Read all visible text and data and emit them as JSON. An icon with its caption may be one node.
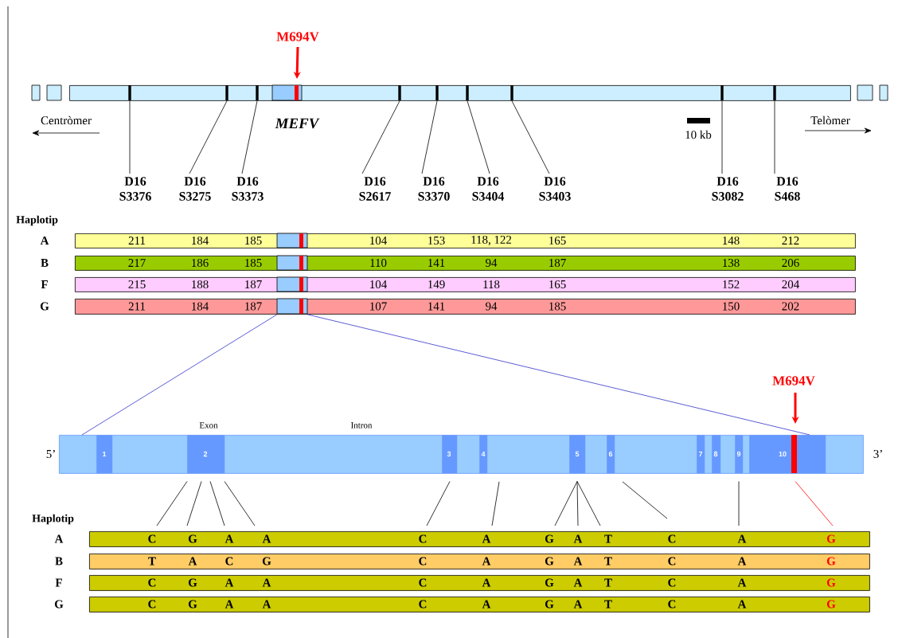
{
  "diagram": {
    "nodes": [
      {
        "text": [
          "M694V"
        ]
      },
      {
        "text": [],
        "shape": "bar"
      },
      {
        "text": [
          "D16 S3376"
        ]
      },
      {
        "text": [
          "D16 S3275"
        ]
      },
      {
        "text": [
          "D16 S3373"
        ]
      },
      {
        "text": [
          "D16 S2617"
        ]
      },
      {
        "text": [
          "D16 S3370"
        ]
      },
      {
        "text": [
          "D16 S3404"
        ]
      },
      {
        "text": [
          "D16 S3403"
        ]
      },
      {
        "text": [
          "D16 S3082"
        ]
      },
      {
        "text": [
          "D16 S468"
        ]
      },
      {
        "text": [
          "211",
          "184",
          "185",
          "104",
          "153",
          "118, 122",
          "165",
          "148",
          "212"
        ],
        "beside": [
          "A"
        ]
      },
      {
        "text": [
          "217",
          "186",
          "185",
          "110",
          "141",
          "94",
          "187",
          "138",
          "206"
        ],
        "beside": [
          "B"
        ]
      },
      {
        "text": [
          "215",
          "188",
          "187",
          "104",
          "149",
          "118",
          "165",
          "152",
          "204"
        ],
        "beside": [
          "F"
        ]
      },
      {
        "text": [
          "211",
          "184",
          "187",
          "107",
          "141",
          "94",
          "185",
          "150",
          "202"
        ],
        "beside": [
          "G"
        ]
      },
      {
        "text": [
          "M694V"
        ]
      },
      {
        "text": [],
        "shape": "bar",
        "beside": [
          "5’",
          "3’"
        ]
      },
      {
        "text": [
          "1"
        ],
        "in": 16
      },
      {
        "text": [
          "2"
        ],
        "in": 16
      },
      {
        "text": [
          "3"
        ],
        "in": 16
      },
      {
        "text": [
          "4"
        ],
        "in": 16
      },
      {
        "text": [
          "5"
        ],
        "in": 16
      },
      {
        "text": [
          "6"
        ],
        "in": 16
      },
      {
        "text": [
          "7"
        ],
        "in": 16
      },
      {
        "text": [
          "8"
        ],
        "in": 16
      },
      {
        "text": [
          "9"
        ],
        "in": 16
      },
      {
        "text": [
          "10"
        ],
        "in": 16
      },
      {
        "text": [
          "C",
          "G",
          "A",
          "A",
          "C",
          "A",
          "G",
          "A",
          "T",
          "C",
          "A",
          "G"
        ],
        "beside": [
          "A"
        ]
      },
      {
        "text": [
          "T",
          "A",
          "C",
          "G",
          "C",
          "A",
          "G",
          "A",
          "T",
          "C",
          "A",
          "G"
        ],
        "beside": [
          "B"
        ]
      },
      {
        "text": [
          "C",
          "G",
          "A",
          "A",
          "C",
          "A",
          "G",
          "A",
          "T",
          "C",
          "A",
          "G"
        ],
        "beside": [
          "F"
        ]
      },
      {
        "text": [
          "C",
          "G",
          "A",
          "A",
          "C",
          "A",
          "G",
          "A",
          "T",
          "C",
          "A",
          "G"
        ],
        "beside": [
          "G"
        ]
      }
    ],
    "edges": [
      {
        "from": 0,
        "to": 1,
        "arrow": "to",
        "style": "thick",
        "color": "#ff0000"
      },
      {
        "from": 2,
        "to": 1,
        "arrow": "none"
      },
      {
        "from": 3,
        "to": 1,
        "arrow": "none"
      },
      {
        "from": 4,
        "to": 1,
        "arrow": "none"
      },
      {
        "from": 5,
        "to": 1,
        "arrow": "none"
      },
      {
        "from": 6,
        "to": 1,
        "arrow": "none"
      },
      {
        "from": 7,
        "to": 1,
        "arrow": "none"
      },
      {
        "from": 8,
        "to": 1,
        "arrow": "none"
      },
      {
        "from": 9,
        "to": 1,
        "arrow": "none"
      },
      {
        "from": 10,
        "to": 1,
        "arrow": "none"
      },
      {
        "from": 14,
        "to": 16,
        "arrow": "none",
        "color": "#3333cc"
      },
      {
        "from": 14,
        "to": 16,
        "arrow": "none",
        "color": "#3333cc"
      },
      {
        "from": 15,
        "to": 26,
        "arrow": "to",
        "style": "thick",
        "color": "#ff0000"
      },
      {
        "from": 18,
        "to": 27,
        "arrow": "none"
      },
      {
        "from": 18,
        "to": 27,
        "arrow": "none"
      },
      {
        "from": 18,
        "to": 27,
        "arrow": "none"
      },
      {
        "from": 18,
        "to": 27,
        "arrow": "none"
      },
      {
        "from": 19,
        "to": 27,
        "arrow": "none"
      },
      {
        "from": 16,
        "to": 27,
        "arrow": "none"
      },
      {
        "from": 21,
        "to": 27,
        "arrow": "none"
      },
      {
        "from": 21,
        "to": 27,
        "arrow": "none"
      },
      {
        "from": 21,
        "to": 27,
        "arrow": "none"
      },
      {
        "from": 16,
        "to": 27,
        "arrow": "none"
      },
      {
        "from": 25,
        "to": 27,
        "arrow": "none"
      },
      {
        "from": 26,
        "to": 27,
        "arrow": "none",
        "color": "#ff0000"
      }
    ],
    "labels": [
      "Centròmer",
      "MEFV",
      "10 kb",
      "Telòmer",
      "Haplotip",
      "Exon",
      "Intron",
      "Haplotip"
    ]
  }
}
